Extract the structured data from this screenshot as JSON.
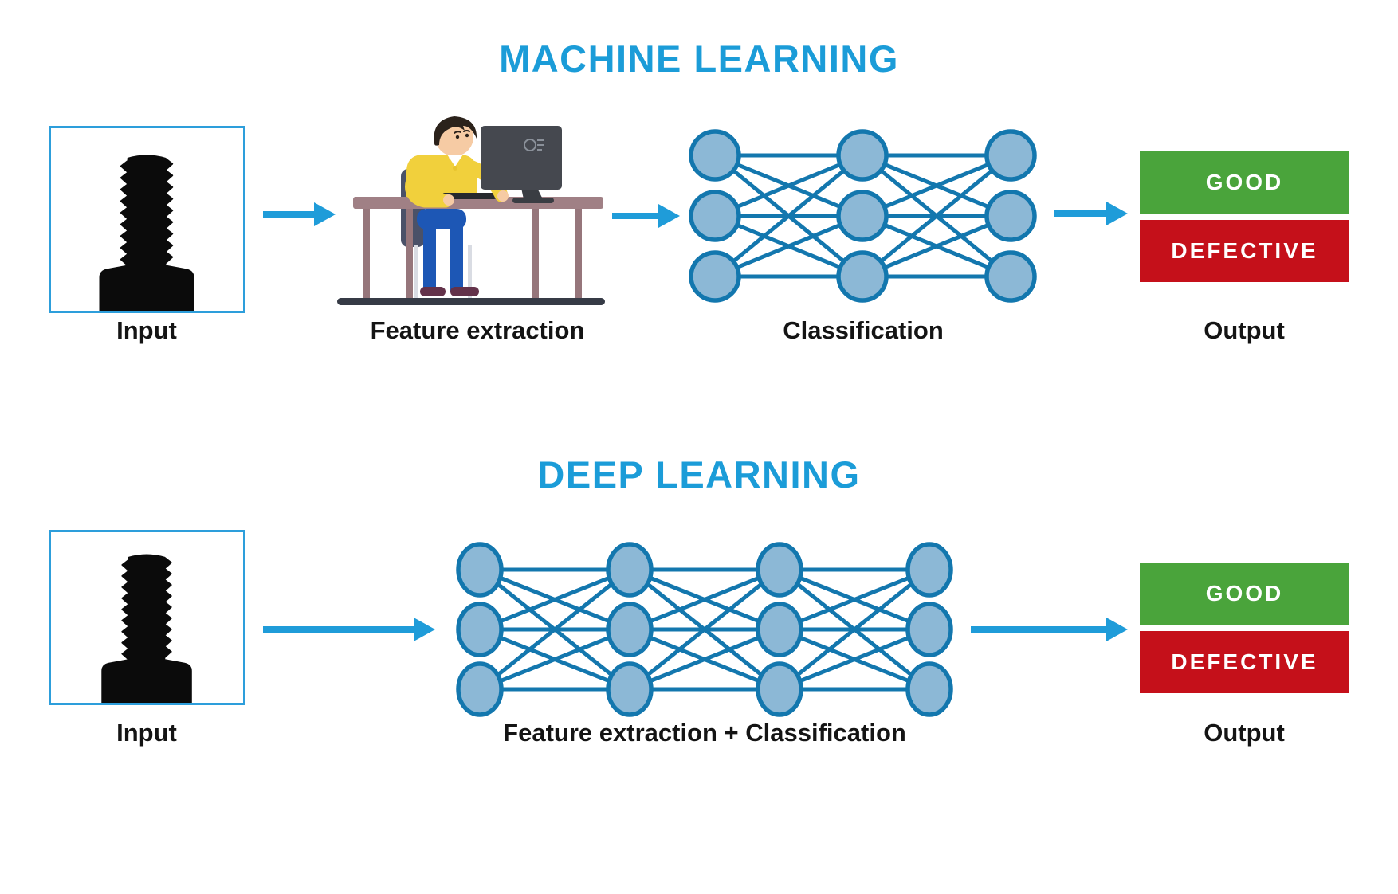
{
  "colors": {
    "accent_blue": "#1F9CD9",
    "title_blue": "#1B9CD8",
    "network_line": "#1377AE",
    "node_fill": "#8CB8D6",
    "good_green": "#4AA43B",
    "defective_red": "#C5101A",
    "label_color": "#141414",
    "input_border": "#2D9EDB"
  },
  "ml": {
    "title": "MACHINE LEARNING",
    "labels": {
      "input": "Input",
      "feature_extraction": "Feature extraction",
      "classification": "Classification",
      "output": "Output"
    },
    "outputs": [
      {
        "label": "GOOD",
        "color": "#4AA43B"
      },
      {
        "label": "DEFECTIVE",
        "color": "#C5101A"
      }
    ],
    "network": {
      "columns": [
        897,
        1082,
        1268
      ],
      "rows": [
        195,
        271,
        347
      ],
      "rx": 30,
      "ry": 30
    },
    "arrows": [
      [
        330,
        269,
        421,
        269
      ],
      [
        768,
        271,
        853,
        271
      ],
      [
        1322,
        268,
        1415,
        268
      ]
    ]
  },
  "dl": {
    "title": "DEEP LEARNING",
    "labels": {
      "input": "Input",
      "feature_extraction_classification": "Feature extraction + Classification",
      "output": "Output"
    },
    "outputs": [
      {
        "label": "GOOD",
        "color": "#4AA43B"
      },
      {
        "label": "DEFECTIVE",
        "color": "#C5101A"
      }
    ],
    "network": {
      "columns": [
        602,
        790,
        978,
        1166
      ],
      "rows": [
        715,
        790,
        865
      ],
      "rx": 27,
      "ry": 32
    },
    "arrows": [
      [
        330,
        790,
        546,
        790
      ],
      [
        1218,
        790,
        1415,
        790
      ]
    ]
  }
}
